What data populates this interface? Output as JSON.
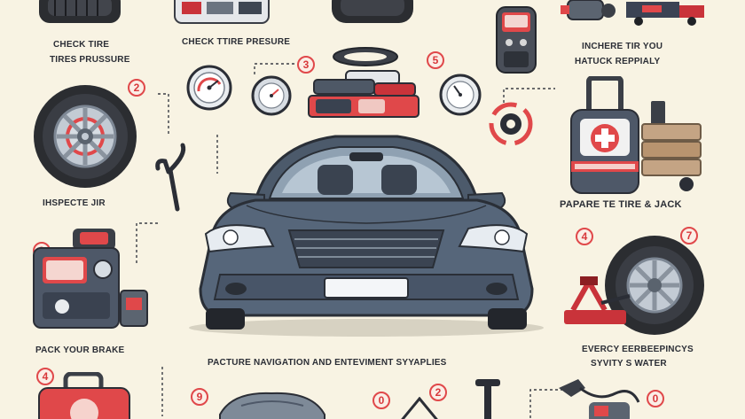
{
  "labels": {
    "check_tire": "CHECK TIRE",
    "tires_pressure": "TIRES PRUSSURE",
    "check_ttire": "CHECK TTIRE PRESURE",
    "inchere": "INCHERE TIR YOU",
    "hatuck": "HATUCK REPPIALY",
    "inspect": "IHSPECTE JIR",
    "pare": "PAPARE TE TIRE & JACK",
    "pack": "PACK YOUR BRAKE",
    "pacture": "PACTURE NAVIGATION AND ENTEVIMENT SYYAPLIES",
    "everey": "EVERCY EERBEEPINCYS",
    "syvity": "SYVITY S WATER"
  },
  "badges": {
    "b1": "2",
    "b2": "3",
    "b3": "5",
    "b4": "9",
    "b5": "4",
    "b6": "7",
    "b7": "4",
    "b8": "9",
    "b9": "0",
    "b10": "2",
    "b11": "0"
  },
  "colors": {
    "background": "#f8f3e3",
    "car_body": "#4c5a6b",
    "accent_red": "#e0484a",
    "tire": "#2b2d31",
    "rim": "#b9c2cc"
  }
}
